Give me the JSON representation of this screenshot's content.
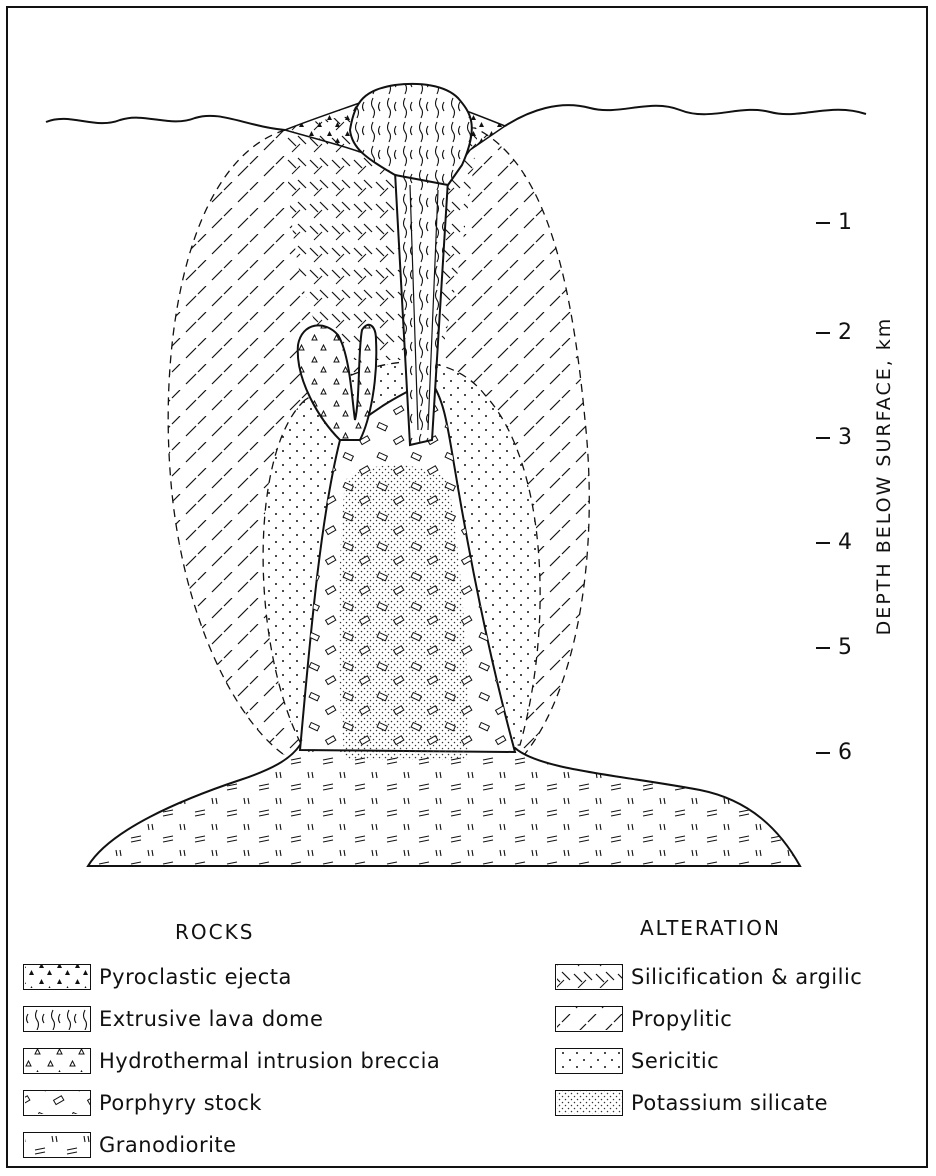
{
  "axis": {
    "label": "DEPTH BELOW SURFACE, km",
    "ticks": [
      "1",
      "2",
      "3",
      "4",
      "5",
      "6"
    ]
  },
  "legend": {
    "rocks_title": "ROCKS",
    "rocks": [
      {
        "label": "Pyroclastic ejecta",
        "pattern": "triangles"
      },
      {
        "label": "Extrusive lava dome",
        "pattern": "wavy"
      },
      {
        "label": "Hydrothermal intrusion breccia",
        "pattern": "open-triangles"
      },
      {
        "label": "Porphyry stock",
        "pattern": "rectangles"
      },
      {
        "label": "Granodiorite",
        "pattern": "double-dash"
      }
    ],
    "alteration_title": "ALTERATION",
    "alteration": [
      {
        "label": "Silicification & argilic",
        "pattern": "cross-hatch"
      },
      {
        "label": "Propylitic",
        "pattern": "diagonal-dash"
      },
      {
        "label": "Sericitic",
        "pattern": "sparse-dots"
      },
      {
        "label": "Potassium silicate",
        "pattern": "dense-stipple"
      }
    ]
  }
}
